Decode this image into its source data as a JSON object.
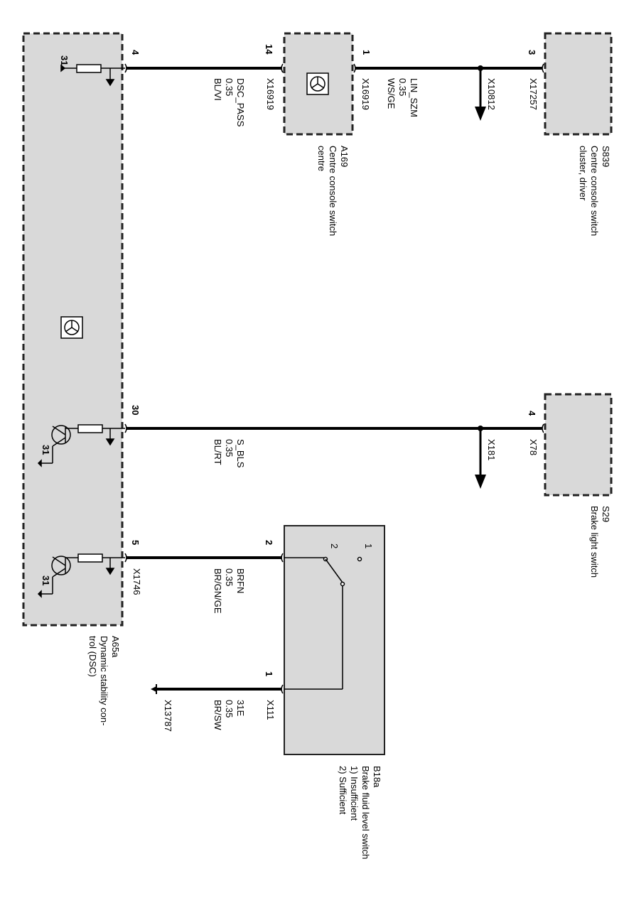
{
  "components": {
    "a65a": {
      "id": "A65a",
      "name_line1": "Dynamic stability con-",
      "name_line2": "trol (DSC)"
    },
    "a169": {
      "id": "A169",
      "name_line1": "Centre console switch",
      "name_line2": "centre"
    },
    "s839": {
      "id": "S839",
      "name_line1": "Centre console switch",
      "name_line2": "cluster, driver"
    },
    "s29": {
      "id": "S29",
      "name_line1": "Brake light switch"
    },
    "b18a": {
      "id": "B18a",
      "name_line1": "Brake fluid level switch",
      "name_line2": "1) Insufficient",
      "name_line3": "2) Sufficient",
      "contact_1": "1",
      "contact_2": "2"
    }
  },
  "ground_ref": "31",
  "wires": {
    "dsc_pass": {
      "pin_a65a": "4",
      "pin_a169": "14",
      "connector_a169": "X16919",
      "signal": "DSC_PASS",
      "gauge": "0.35",
      "color": "BL/VI"
    },
    "lin_szm": {
      "pin_a169": "1",
      "connector_a169": "X16919",
      "pin_s839": "3",
      "connector_s839": "X17257",
      "splice": "X10812",
      "signal": "LIN_SZM",
      "gauge": "0.35",
      "color": "WS/GE"
    },
    "s_bls": {
      "pin_a65a": "30",
      "pin_s29": "4",
      "connector_s29": "X78",
      "splice": "X181",
      "signal": "S_BLS",
      "gauge": "0.35",
      "color": "BL/RT"
    },
    "brfn": {
      "pin_a65a": "5",
      "connector_a65a": "X1746",
      "pin_b18a": "2",
      "signal": "BRFN",
      "gauge": "0.35",
      "color": "BR/GN/GE"
    },
    "e31": {
      "pin_b18a": "1",
      "connector_b18a": "X111",
      "ground": "X13787",
      "signal": "31E",
      "gauge": "0.35",
      "color": "BR/SW"
    }
  }
}
